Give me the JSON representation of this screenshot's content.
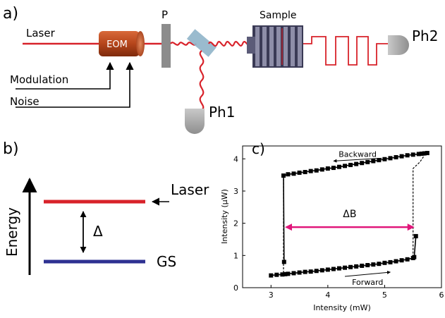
{
  "panel_a": {
    "label": "a)",
    "laser_label": "Laser",
    "eom_label": "EOM",
    "polarizer_label": "P",
    "sample_label": "Sample",
    "modulation_label": "Modulation",
    "noise_label": "Noise",
    "ph1_label": "Ph1",
    "ph2_label": "Ph2"
  },
  "panel_b": {
    "label": "b)",
    "energy_label": "Energy",
    "laser_label": "Laser",
    "delta_label": "Δ",
    "gs_label": "GS"
  },
  "panel_c": {
    "label": "c)",
    "backward_label": "Backward",
    "forward_label": "Forward",
    "delta_b_label": "ΔB"
  },
  "colors": {
    "laser_red": "#d8222a",
    "level_blue": "#2e3192",
    "arrow_magenta": "#e0167a",
    "eom_orange": "#b5451b",
    "polarizer_gray": "#8c8c8c",
    "beamsplitter_blue": "#8fb4c9"
  },
  "chart_data": {
    "type": "scatter",
    "title": "",
    "xlabel": "Intensity (mW)",
    "ylabel": "Intensity (μW)",
    "xlim": [
      2.5,
      6
    ],
    "ylim": [
      0,
      4.4
    ],
    "xticks": [
      3,
      4,
      5,
      6
    ],
    "yticks": [
      0,
      1,
      2,
      3,
      4
    ],
    "xtick_labels": [
      "3",
      "4",
      "5",
      "6"
    ],
    "ytick_labels": [
      "0",
      "1",
      "2",
      "3",
      "4"
    ],
    "grid": false,
    "series": [
      {
        "name": "Forward",
        "x": [
          3.0,
          3.1,
          3.2,
          3.25,
          3.3,
          3.4,
          3.5,
          3.6,
          3.7,
          3.8,
          3.9,
          4.0,
          4.1,
          4.2,
          4.3,
          4.4,
          4.5,
          4.6,
          4.7,
          4.8,
          4.9,
          5.0,
          5.1,
          5.2,
          5.3,
          5.4,
          5.5,
          5.52,
          5.55
        ],
        "y": [
          0.38,
          0.4,
          0.41,
          0.42,
          0.43,
          0.45,
          0.47,
          0.49,
          0.5,
          0.52,
          0.54,
          0.56,
          0.58,
          0.6,
          0.62,
          0.64,
          0.66,
          0.68,
          0.7,
          0.72,
          0.74,
          0.77,
          0.79,
          0.82,
          0.85,
          0.88,
          0.92,
          0.95,
          1.6
        ]
      },
      {
        "name": "Backward",
        "x": [
          5.75,
          5.7,
          5.65,
          5.6,
          5.5,
          5.4,
          5.3,
          5.2,
          5.1,
          5.0,
          4.9,
          4.8,
          4.7,
          4.6,
          4.5,
          4.4,
          4.3,
          4.2,
          4.1,
          4.0,
          3.9,
          3.8,
          3.7,
          3.6,
          3.5,
          3.4,
          3.3,
          3.22,
          3.23
        ],
        "y": [
          4.18,
          4.17,
          4.16,
          4.15,
          4.13,
          4.11,
          4.08,
          4.05,
          4.02,
          3.99,
          3.96,
          3.93,
          3.9,
          3.87,
          3.84,
          3.81,
          3.78,
          3.75,
          3.72,
          3.7,
          3.67,
          3.64,
          3.62,
          3.59,
          3.57,
          3.54,
          3.52,
          3.48,
          0.8
        ]
      }
    ],
    "annotations": [
      {
        "text": "ΔB",
        "x_from": 3.22,
        "x_to": 5.55,
        "y": 1.88
      },
      {
        "text": "Backward",
        "x_from": 4.95,
        "x_to": 4.1,
        "y": 4.02
      },
      {
        "text": "Forward",
        "x_from": 4.3,
        "x_to": 5.1,
        "y": 0.57
      }
    ],
    "transitions": [
      {
        "x": [
          5.5,
          5.5,
          5.62,
          5.72
        ],
        "y": [
          0.95,
          3.7,
          3.9,
          4.16
        ]
      },
      {
        "x": [
          3.22,
          3.22
        ],
        "y": [
          3.48,
          0.42
        ]
      }
    ]
  }
}
